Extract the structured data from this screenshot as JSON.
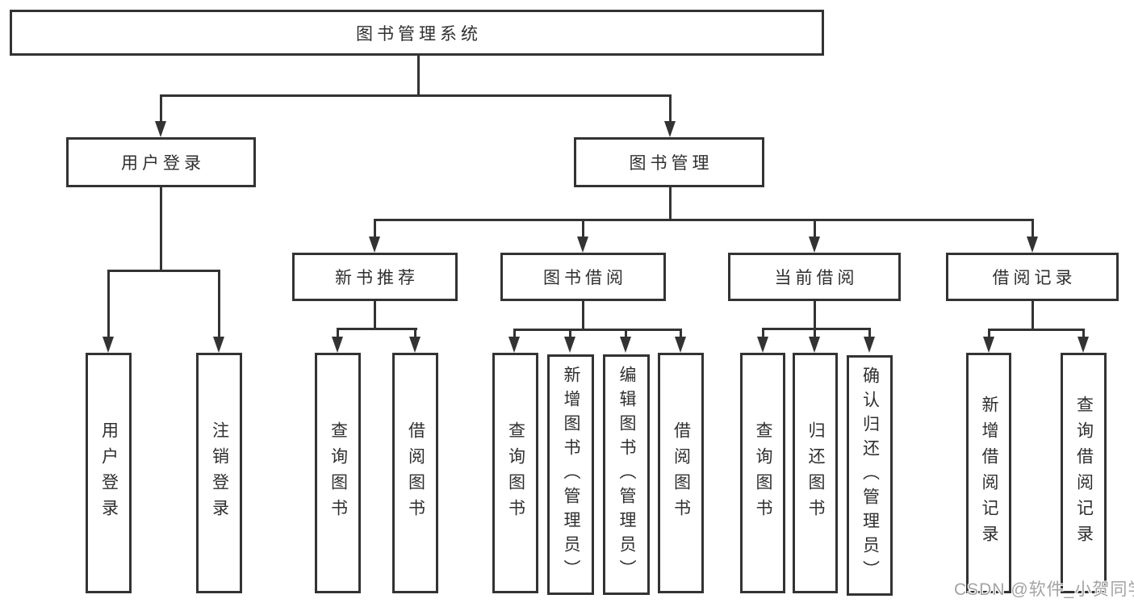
{
  "tree": {
    "root": {
      "label": "图书管理系统"
    },
    "children": [
      {
        "label": "用户登录",
        "leaves": [
          {
            "label": "用户登录"
          },
          {
            "label": "注销登录"
          }
        ]
      },
      {
        "label": "图书管理",
        "children": [
          {
            "label": "新书推荐",
            "leaves": [
              {
                "label": "查询图书"
              },
              {
                "label": "借阅图书"
              }
            ]
          },
          {
            "label": "图书借阅",
            "leaves": [
              {
                "label": "查询图书"
              },
              {
                "label": "新增图书（管理员）"
              },
              {
                "label": "编辑图书（管理员）"
              },
              {
                "label": "借阅图书"
              }
            ]
          },
          {
            "label": "当前借阅",
            "leaves": [
              {
                "label": "查询图书"
              },
              {
                "label": "归还图书"
              },
              {
                "label": "确认归还（管理员）"
              }
            ]
          },
          {
            "label": "借阅记录",
            "leaves": [
              {
                "label": "新增借阅记录"
              },
              {
                "label": "查询借阅记录"
              }
            ]
          }
        ]
      }
    ]
  },
  "watermark": {
    "text": "CSDN @软件_小贺同学"
  },
  "colors": {
    "line": "#333333",
    "text": "#2f2f2f",
    "background": "#ffffff",
    "watermark_gray": "#a3a3a3"
  }
}
